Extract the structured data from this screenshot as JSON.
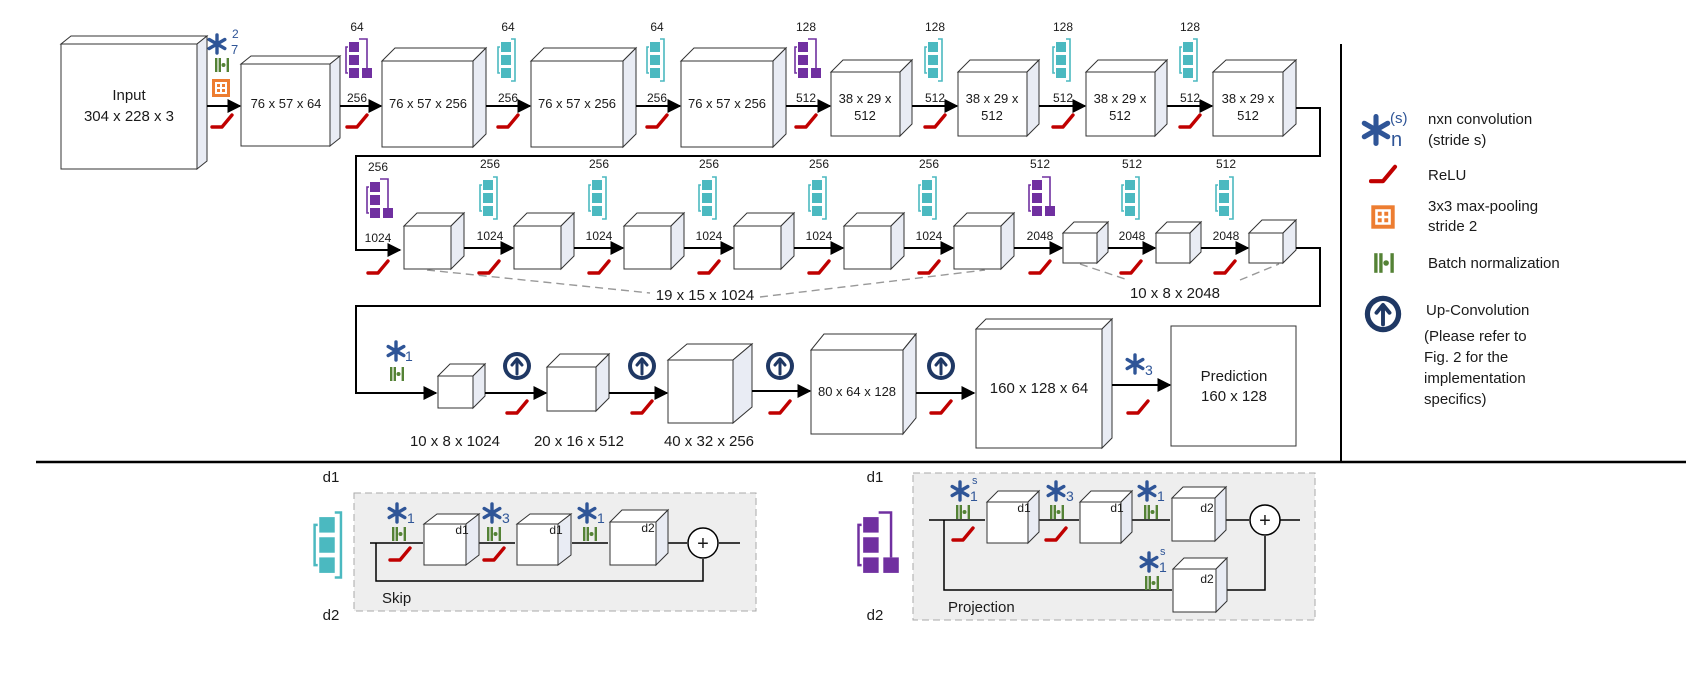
{
  "colors": {
    "conv_blue": "#2f5597",
    "relu_red": "#c00000",
    "bn_green": "#548235",
    "pool_orange": "#ed7d31",
    "skip_teal": "#4bb9c0",
    "proj_purple": "#7030a0",
    "upconv_navy": "#1f3864"
  },
  "stem": {
    "input_label_1": "Input",
    "input_label_2": "304 x 228 x 3",
    "conv_sub": "7",
    "conv_sup": "2"
  },
  "row1": {
    "b1": "76 x 57 x 64",
    "b2": "76 x 57 x 256",
    "b3": "76 x 57 x 256",
    "b4": "76 x 57 x 256",
    "b5a": "38 x 29 x",
    "b5b": "512",
    "b6a": "38 x 29 x",
    "b6b": "512",
    "b7a": "38 x 29 x",
    "b7b": "512",
    "b8a": "38 x 29 x",
    "b8b": "512",
    "m1_top": "64",
    "m1_bot": "256",
    "m2_top": "64",
    "m2_bot": "256",
    "m3_top": "64",
    "m3_bot": "256",
    "m4_top": "128",
    "m4_bot": "512",
    "m5_top": "128",
    "m5_bot": "512",
    "m6_top": "128",
    "m6_bot": "512",
    "m7_top": "128",
    "m7_bot": "512"
  },
  "row2": {
    "m1_top": "256",
    "m1_bot": "1024",
    "m2_top": "256",
    "m2_bot": "1024",
    "m3_top": "256",
    "m3_bot": "1024",
    "m4_top": "256",
    "m4_bot": "1024",
    "m5_top": "256",
    "m5_bot": "1024",
    "m6_top": "256",
    "m6_bot": "1024",
    "m7_top": "512",
    "m7_bot": "2048",
    "m8_top": "512",
    "m8_bot": "2048",
    "m9_top": "512",
    "m9_bot": "2048",
    "group1": "19 x 15 x 1024",
    "group2": "10 x 8 x 2048"
  },
  "row3": {
    "conv_sub": "1",
    "b1": "10 x 8 x 1024",
    "b2": "20 x 16 x 512",
    "b3": "40 x 32 x 256",
    "b4": "80 x 64 x 128",
    "b5": "160 x 128 x 64",
    "final_conv_sub": "3",
    "pred_1": "Prediction",
    "pred_2": "160 x 128"
  },
  "legend": {
    "conv_sub": "n",
    "conv_sup": "(s)",
    "conv_1": "nxn convolution",
    "conv_2": "(stride s)",
    "relu": "ReLU",
    "pool_1": "3x3 max-pooling",
    "pool_2": "stride 2",
    "bn": "Batch normalization",
    "up": "Up-Convolution",
    "note_1": "(Please refer to",
    "note_2": "Fig. 2 for the",
    "note_3": "implementation",
    "note_4": "specifics)"
  },
  "skip_block": {
    "d1_top": "d1",
    "d2_bot": "d2",
    "s1": "1",
    "s2": "3",
    "s3": "1",
    "c1": "d1",
    "c2": "d1",
    "c3": "d2",
    "plus": "+",
    "label": "Skip"
  },
  "proj_block": {
    "d1_top": "d1",
    "d2_bot": "d2",
    "s1": "1",
    "sup1": "s",
    "s2": "3",
    "s3": "1",
    "s4": "1",
    "sup4": "s",
    "c1": "d1",
    "c2": "d1",
    "c3": "d2",
    "c4": "d2",
    "plus": "+",
    "label": "Projection"
  }
}
